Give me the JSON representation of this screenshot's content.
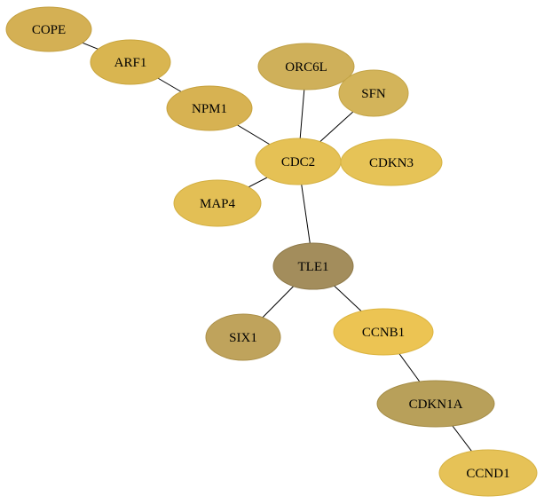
{
  "graph": {
    "nodes": [
      {
        "id": "COPE",
        "label": "COPE",
        "fill": "#d4b054",
        "stroke": "#c4a040"
      },
      {
        "id": "ARF1",
        "label": "ARF1",
        "fill": "#d9b550",
        "stroke": "#c9a53c"
      },
      {
        "id": "NPM1",
        "label": "NPM1",
        "fill": "#d7b252",
        "stroke": "#c7a23e"
      },
      {
        "id": "ORC6L",
        "label": "ORC6L",
        "fill": "#cfb05a",
        "stroke": "#bfa046"
      },
      {
        "id": "SFN",
        "label": "SFN",
        "fill": "#d3b45a",
        "stroke": "#c3a446"
      },
      {
        "id": "CDC2",
        "label": "CDC2",
        "fill": "#e5c155",
        "stroke": "#d5b141"
      },
      {
        "id": "CDKN3",
        "label": "CDKN3",
        "fill": "#e6c357",
        "stroke": "#d6b343"
      },
      {
        "id": "MAP4",
        "label": "MAP4",
        "fill": "#e3bf55",
        "stroke": "#d3af41"
      },
      {
        "id": "TLE1",
        "label": "TLE1",
        "fill": "#a38d5c",
        "stroke": "#8f7a4a"
      },
      {
        "id": "SIX1",
        "label": "SIX1",
        "fill": "#bfa35c",
        "stroke": "#ab8f48"
      },
      {
        "id": "CCNB1",
        "label": "CCNB1",
        "fill": "#ecc453",
        "stroke": "#dcb43f"
      },
      {
        "id": "CDKN1A",
        "label": "CDKN1A",
        "fill": "#b8a05a",
        "stroke": "#a48c46"
      },
      {
        "id": "CCND1",
        "label": "CCND1",
        "fill": "#e6c257",
        "stroke": "#d6b243"
      }
    ],
    "edges": [
      {
        "source": "COPE",
        "target": "ARF1"
      },
      {
        "source": "ARF1",
        "target": "NPM1"
      },
      {
        "source": "NPM1",
        "target": "CDC2"
      },
      {
        "source": "ORC6L",
        "target": "CDC2"
      },
      {
        "source": "SFN",
        "target": "CDC2"
      },
      {
        "source": "MAP4",
        "target": "CDC2"
      },
      {
        "source": "CDC2",
        "target": "TLE1"
      },
      {
        "source": "TLE1",
        "target": "SIX1"
      },
      {
        "source": "TLE1",
        "target": "CCNB1"
      },
      {
        "source": "CCNB1",
        "target": "CDKN1A"
      },
      {
        "source": "CDKN1A",
        "target": "CCND1"
      }
    ]
  }
}
